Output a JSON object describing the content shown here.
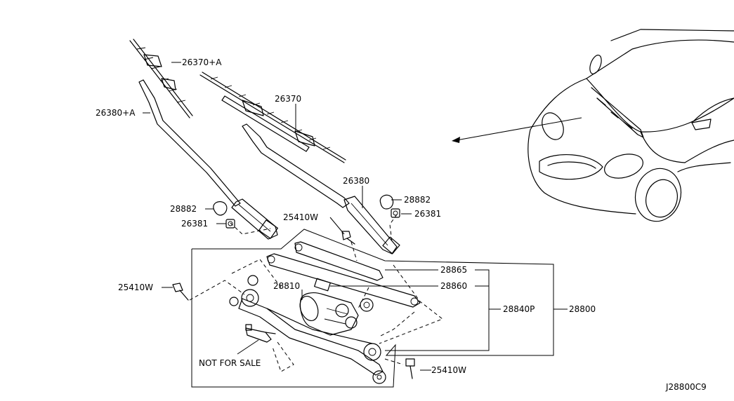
{
  "diagram": {
    "labels": {
      "blade_rh": "26370+A",
      "arm_rh": "26380+A",
      "blade_lh": "26370",
      "arm_lh": "26380",
      "cap_lh": "28882",
      "cap_rh": "28882",
      "nut_lh": "26381",
      "nut_rh": "26381",
      "bolt_top": "25410W",
      "bolt_left": "25410W",
      "bolt_bottom": "25410W",
      "link_1": "28865",
      "link_2": "28860",
      "motor": "28810",
      "linkage_assy": "28840P",
      "wiper_assy": "28800",
      "not_for_sale": "NOT FOR SALE",
      "drawing_code": "J28800C9"
    }
  }
}
